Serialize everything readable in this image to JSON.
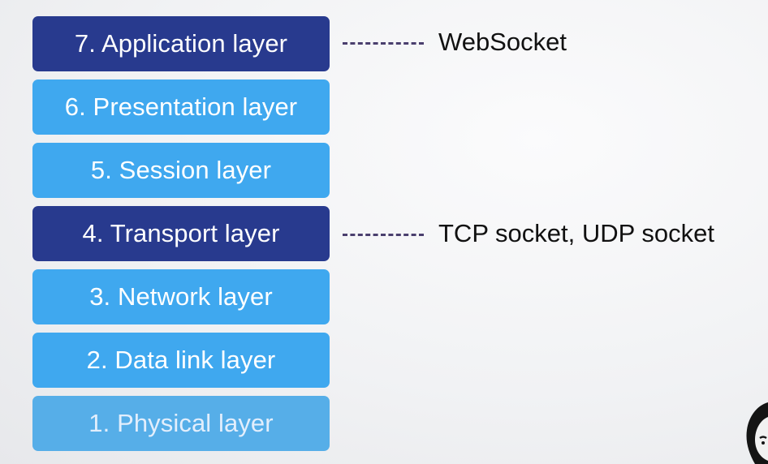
{
  "layers": [
    {
      "label": "7. Application layer"
    },
    {
      "label": "6. Presentation layer"
    },
    {
      "label": "5. Session layer"
    },
    {
      "label": "4. Transport layer"
    },
    {
      "label": "3. Network layer"
    },
    {
      "label": "2. Data link layer"
    },
    {
      "label": "1.  Physical layer"
    }
  ],
  "annotations": {
    "application": "WebSocket",
    "transport": "TCP socket, UDP socket"
  },
  "colors": {
    "highlight_layer": "#283a8e",
    "normal_layer": "#3fa8ef",
    "connector": "#4a3f6e"
  }
}
